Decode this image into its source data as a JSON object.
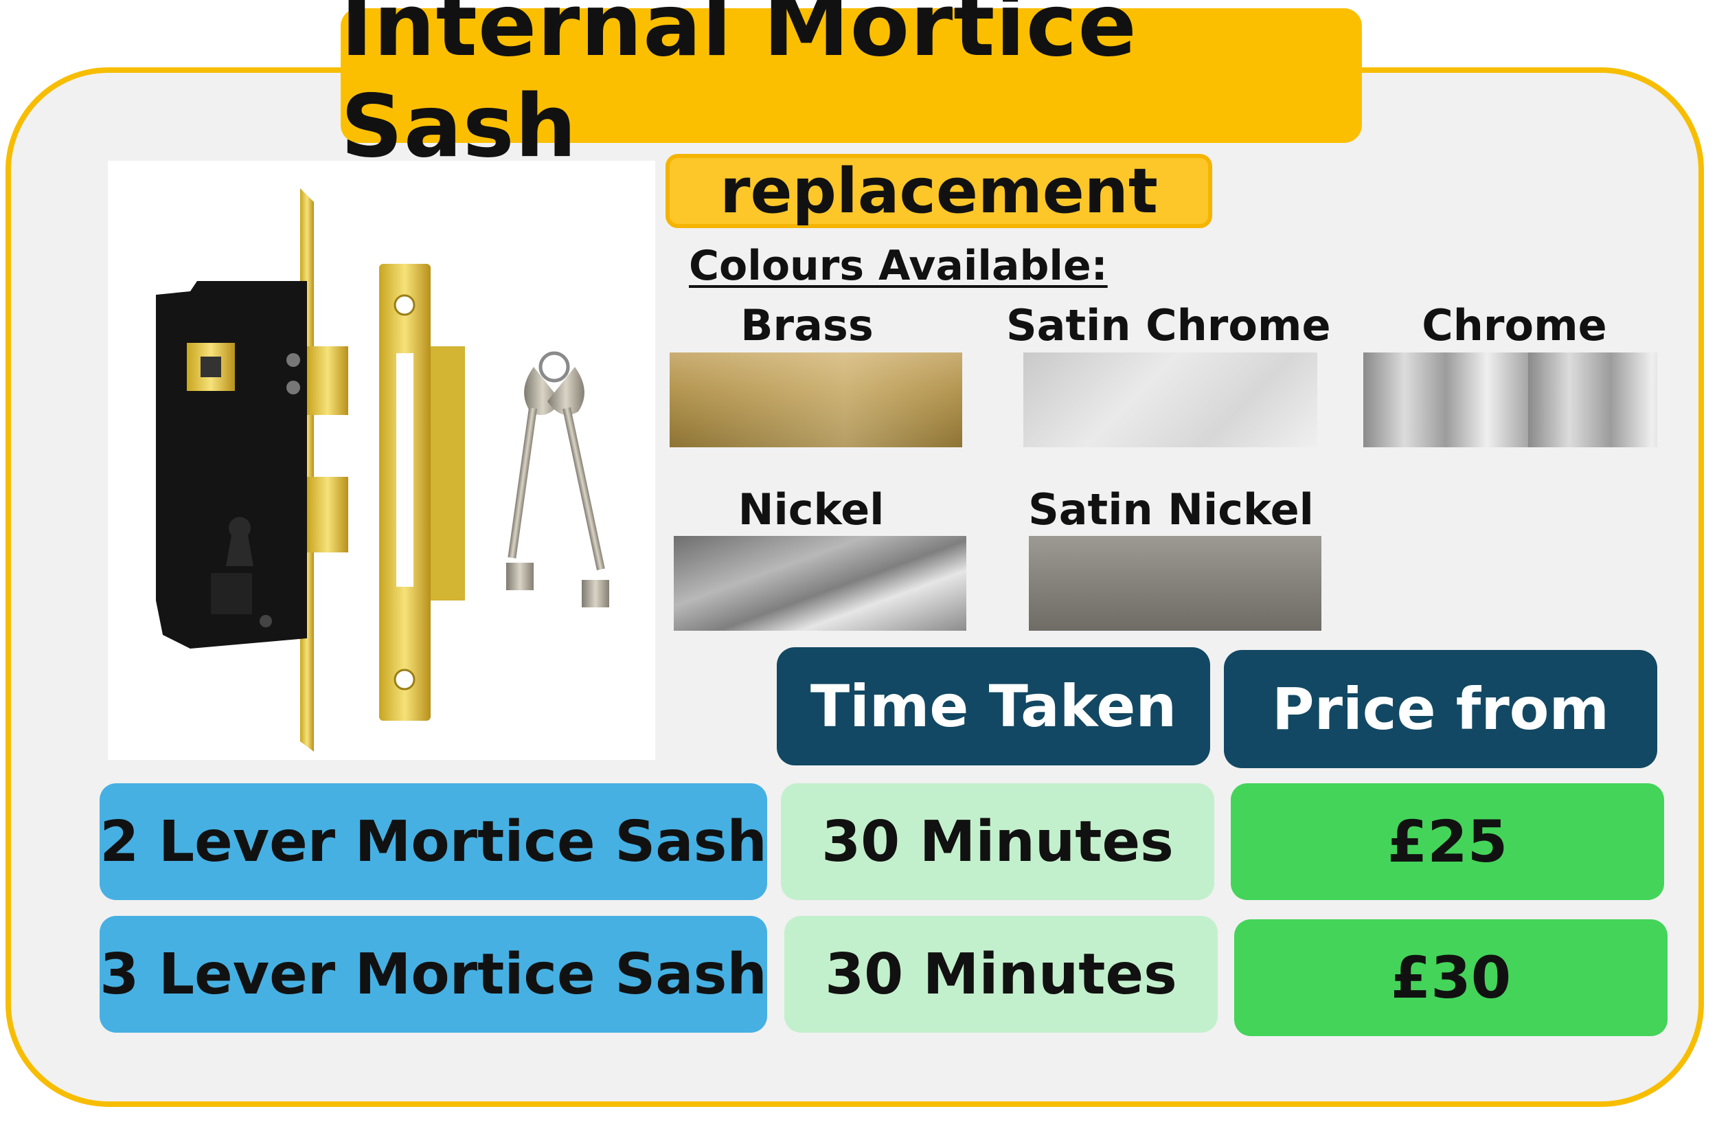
{
  "title": "Internal Mortice Sash",
  "subtitle": "replacement",
  "colours": {
    "heading": "Colours Available:",
    "items": [
      {
        "name": "Brass",
        "color": "#b09350"
      },
      {
        "name": "Satin Chrome",
        "color": "#dcdcdc"
      },
      {
        "name": "Chrome",
        "color": "#bcbcbc"
      },
      {
        "name": "Nickel",
        "color": "#9a9a9a"
      },
      {
        "name": "Satin Nickel",
        "color": "#85827b"
      }
    ]
  },
  "table": {
    "headers": [
      "Time Taken",
      "Price from"
    ],
    "rows": [
      {
        "name": "2 Lever Mortice Sash",
        "time": "30 Minutes",
        "price": "£25"
      },
      {
        "name": "3 Lever Mortice Sash",
        "time": "30 Minutes",
        "price": "£30"
      }
    ]
  },
  "theme": {
    "accent": "#fcbf00",
    "header_bg": "#124863",
    "name_bg": "#46b0e2",
    "time_bg": "#c3f0cc",
    "price_bg": "#44d45a"
  }
}
